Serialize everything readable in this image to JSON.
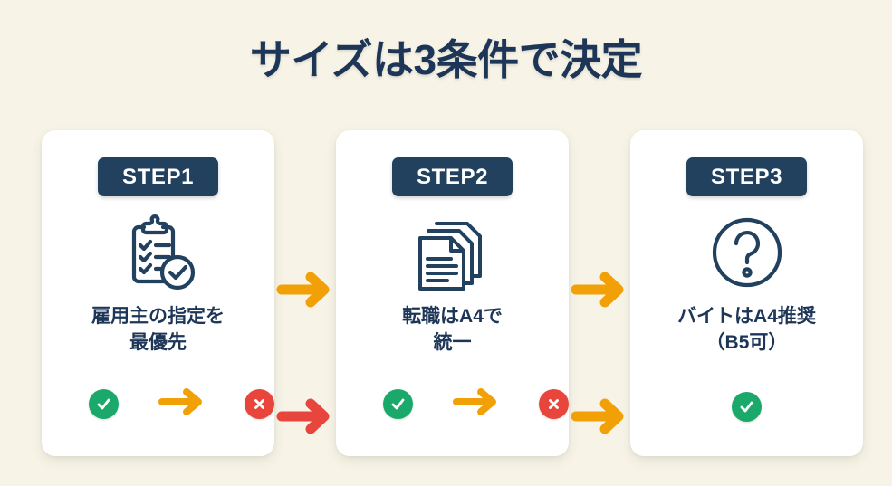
{
  "page": {
    "title": "サイズは3条件で決定",
    "background_color": "#f7f4e7",
    "navy": "#1d3557",
    "badge_navy": "#22415f",
    "orange": "#f2a007",
    "green": "#1aa86b",
    "red": "#e8453c"
  },
  "cards": [
    {
      "badge": "STEP1",
      "icon": "clipboard-checklist-icon",
      "caption": "雇用主の指定を\n最優先",
      "status": {
        "ok_icon": "check-circle-green-icon",
        "arrow_icon": "arrow-right-orange-icon",
        "ng_icon": "cross-circle-red-icon",
        "layout": "ok-arrow-ng"
      }
    },
    {
      "badge": "STEP2",
      "icon": "stacked-documents-icon",
      "caption": "転職はA4で\n統一",
      "status": {
        "ok_icon": "check-circle-green-icon",
        "arrow_icon": "arrow-right-orange-icon",
        "ng_icon": "cross-circle-red-icon",
        "layout": "ok-arrow-ng"
      }
    },
    {
      "badge": "STEP3",
      "icon": "question-mark-circle-icon",
      "caption": "バイトはA4推奨\n（B5可）",
      "status": {
        "ok_icon": "check-circle-green-icon",
        "layout": "ok-only"
      }
    }
  ],
  "connectors": [
    {
      "name": "connector-mid-1",
      "icon": "arrow-right-orange-icon",
      "color": "#f2a007"
    },
    {
      "name": "connector-mid-2",
      "icon": "arrow-right-orange-icon",
      "color": "#f2a007"
    },
    {
      "name": "connector-low-1",
      "icon": "arrow-right-red-icon",
      "color": "#e8453c"
    },
    {
      "name": "connector-low-2",
      "icon": "arrow-right-orange-icon",
      "color": "#f2a007"
    }
  ]
}
